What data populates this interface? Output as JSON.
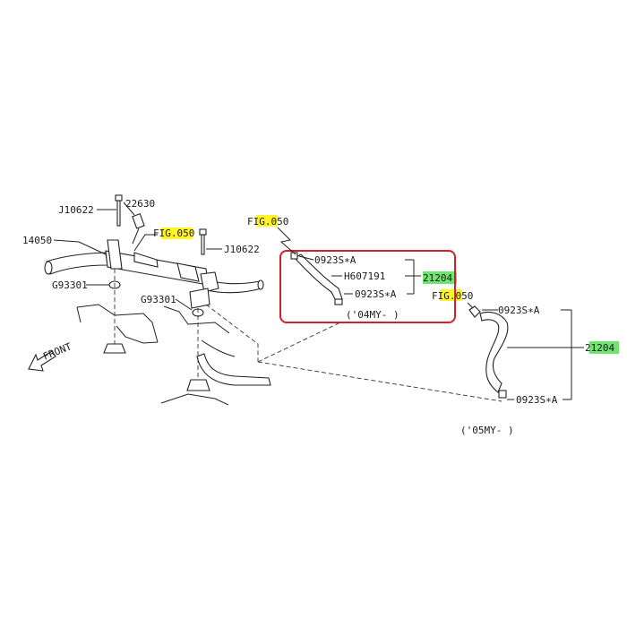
{
  "labels": {
    "j10622_a": "J10622",
    "p22630": "22630",
    "p14050": "14050",
    "fig050_left": "FIG.050",
    "j10622_b": "J10622",
    "g93301_a": "G93301",
    "g93301_b": "G93301",
    "front": "FRONT",
    "fig050_top": "FIG.050",
    "c0923_1": "0923S∗A",
    "h607191": "H607191",
    "p21204_a": "21204",
    "c0923_2": "0923S∗A",
    "my04": "('04MY-    )",
    "fig050_right": "FIG.050",
    "c0923_3": "0923S∗A",
    "p21204_b": "21204",
    "c0923_4": "0923S∗A",
    "my05": "('05MY-    )"
  },
  "colors": {
    "highlight_yellow": "#fff200",
    "highlight_green": "#3ddc3d",
    "callout_box": "#d0202a",
    "ink": "#222222"
  },
  "icons": {
    "front_arrow": "front-arrow-icon"
  }
}
